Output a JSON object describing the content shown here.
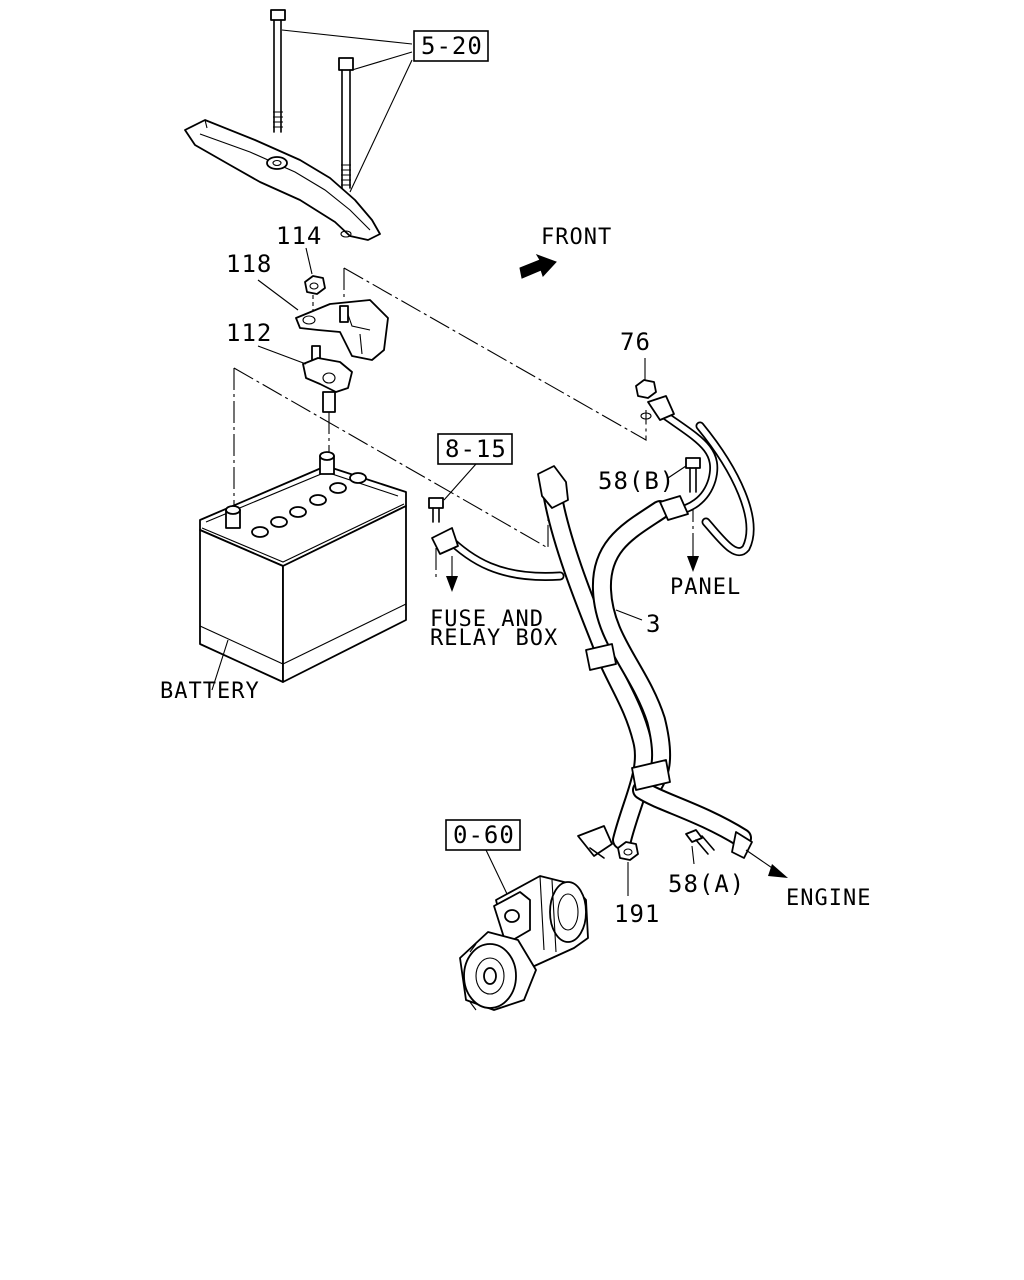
{
  "labels": {
    "front": "FRONT",
    "battery": "BATTERY",
    "fuse_line1": "FUSE AND",
    "fuse_line2": "RELAY BOX",
    "panel": "PANEL",
    "engine": "ENGINE"
  },
  "ref_boxes": {
    "bracket": "5-20",
    "fuse_box": "8-15",
    "starter": "0-60"
  },
  "callouts": {
    "p114": "114",
    "p118": "118",
    "p112": "112",
    "p76": "76",
    "p58b": "58(B)",
    "p3": "3",
    "p58a": "58(A)",
    "p191": "191"
  }
}
